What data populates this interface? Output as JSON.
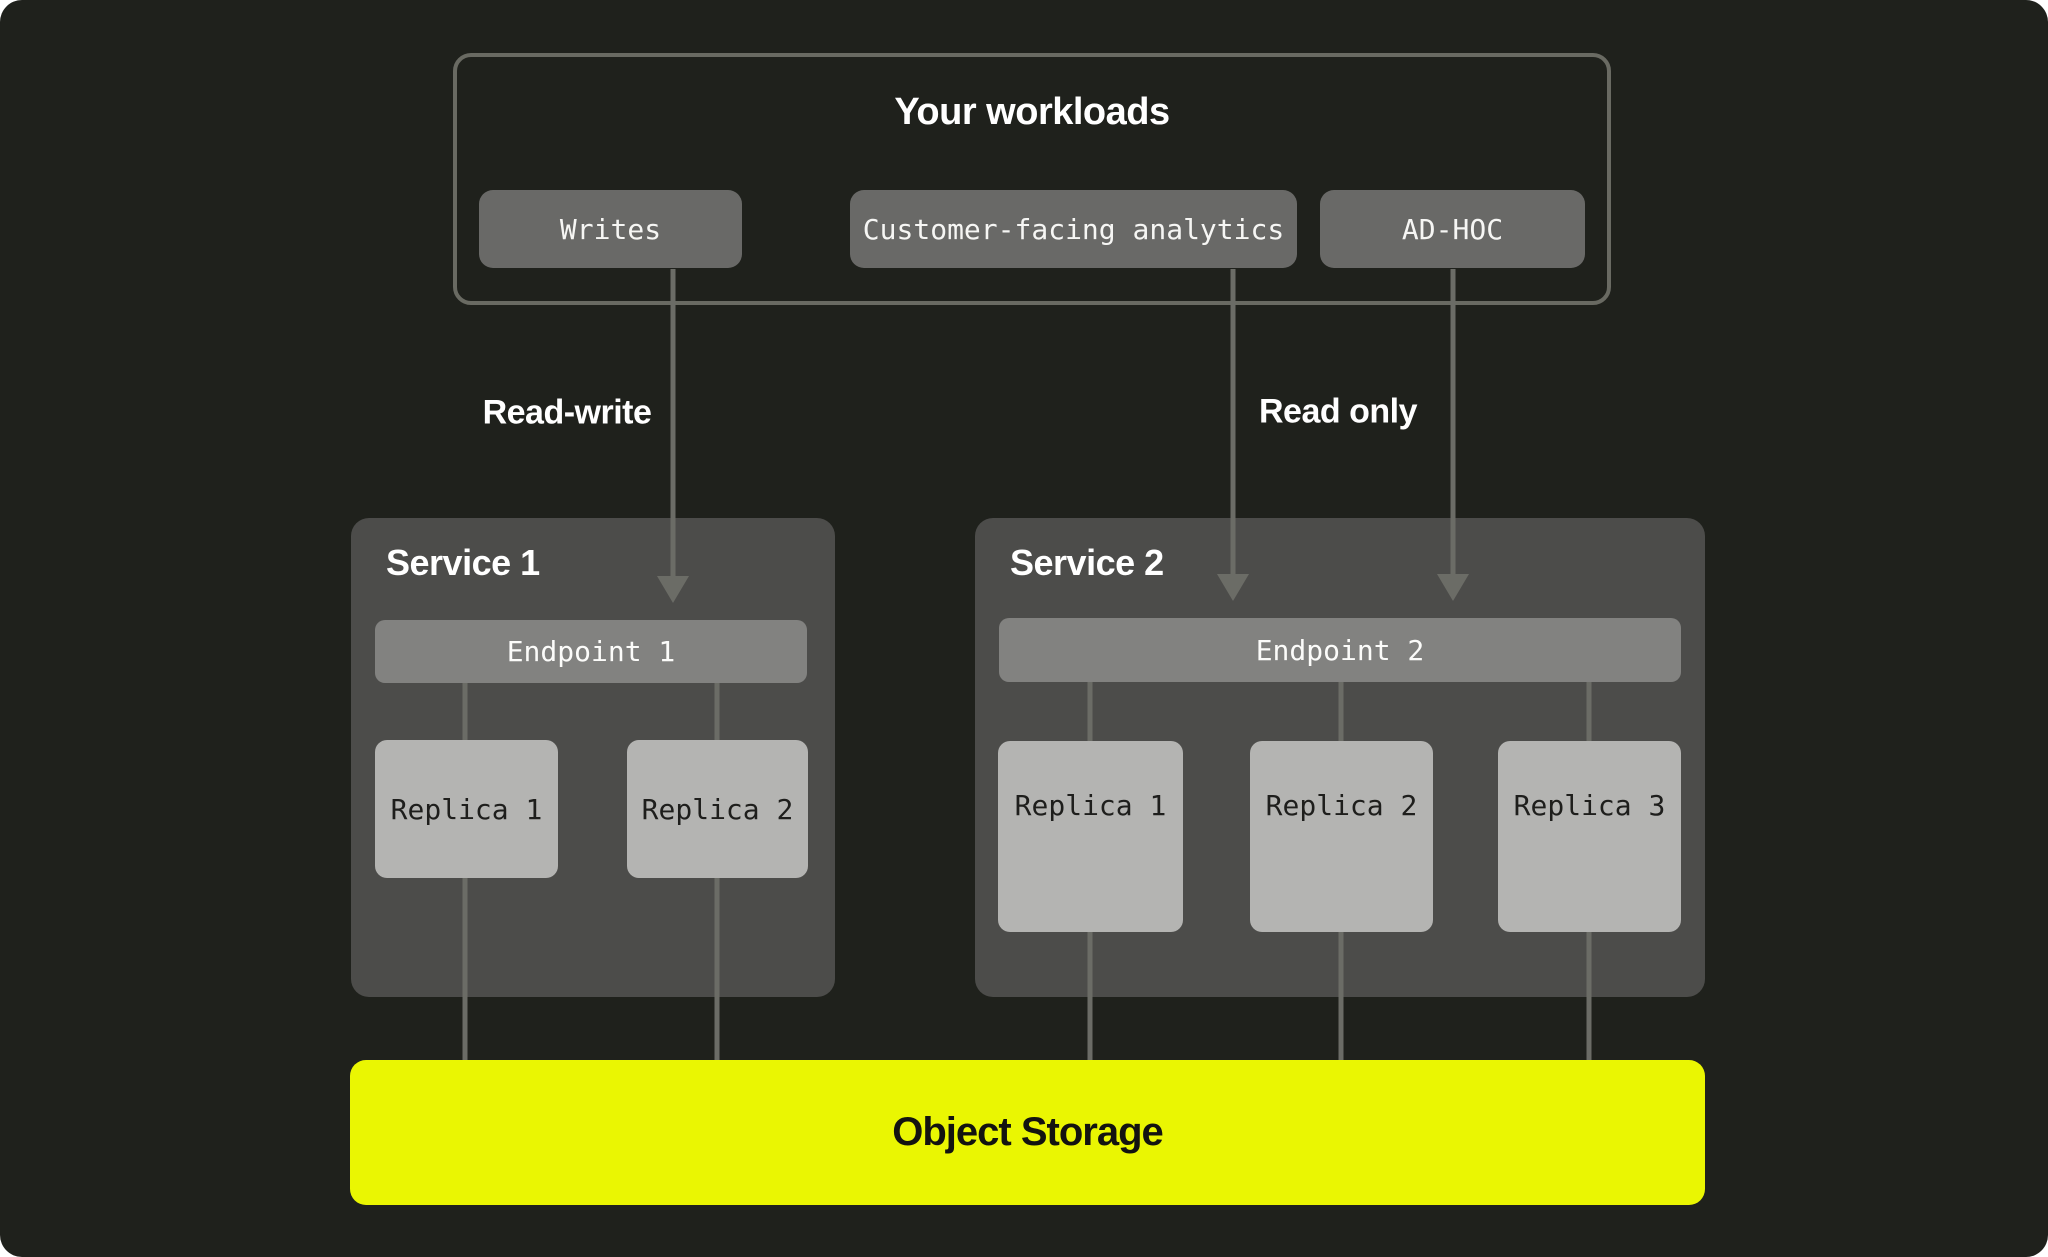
{
  "colors": {
    "accent": "#eaf602",
    "canvas": "#1f211c",
    "line": "#6b6c66",
    "border": "#696a62",
    "pill": "#696967",
    "service": "#4c4c4a",
    "endpoint": "#828280",
    "replica": "#b4b4b2"
  },
  "workloads": {
    "title": "Your workloads",
    "pills": [
      "Writes",
      "Customer-facing analytics",
      "AD-HOC"
    ]
  },
  "edge_labels": {
    "left": "Read-write",
    "right": "Read only"
  },
  "services": [
    {
      "title": "Service 1",
      "endpoint": "Endpoint 1",
      "replicas": [
        "Replica 1",
        "Replica 2"
      ]
    },
    {
      "title": "Service 2",
      "endpoint": "Endpoint 2",
      "replicas": [
        "Replica 1",
        "Replica 2",
        "Replica 3"
      ]
    }
  ],
  "storage": {
    "label": "Object Storage"
  }
}
